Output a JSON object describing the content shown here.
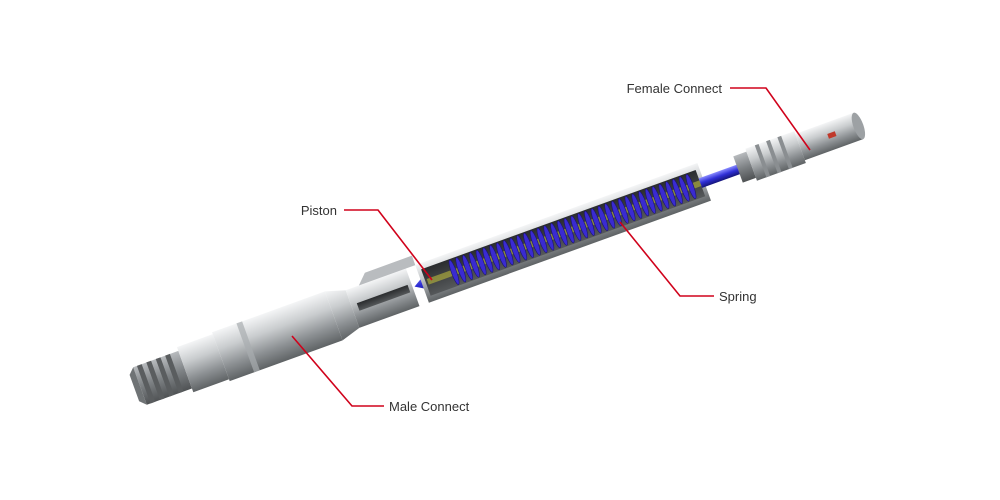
{
  "labels": {
    "female_connect": "Female Connect",
    "piston": "Piston",
    "spring": "Spring",
    "male_connect": "Male Connect"
  },
  "colors": {
    "leader_line": "#d0021b",
    "spring_coil": "#3a2bd1",
    "piston": "#3b3be0",
    "metal_light": "#e6e8ea",
    "metal_dark": "#6d7174"
  }
}
